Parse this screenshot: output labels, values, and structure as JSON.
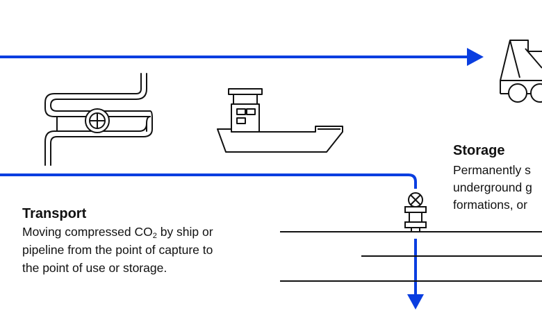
{
  "colors": {
    "flow_arrow": "#0a3ee0",
    "line_art": "#111111",
    "background": "#ffffff"
  },
  "icons": [
    "pipeline-icon",
    "ship-icon",
    "truck-icon",
    "wellhead-valve-icon"
  ],
  "transport": {
    "title": "Transport",
    "line1_before_sub": "Moving compressed CO",
    "line1_sub": "2",
    "line1_after_sub": " by ship or",
    "line2": "pipeline from the point of capture to",
    "line3": "the point of use or storage."
  },
  "storage": {
    "title": "Storage",
    "line1": "Permanently s",
    "line2": "underground g",
    "line3": "formations, or"
  }
}
